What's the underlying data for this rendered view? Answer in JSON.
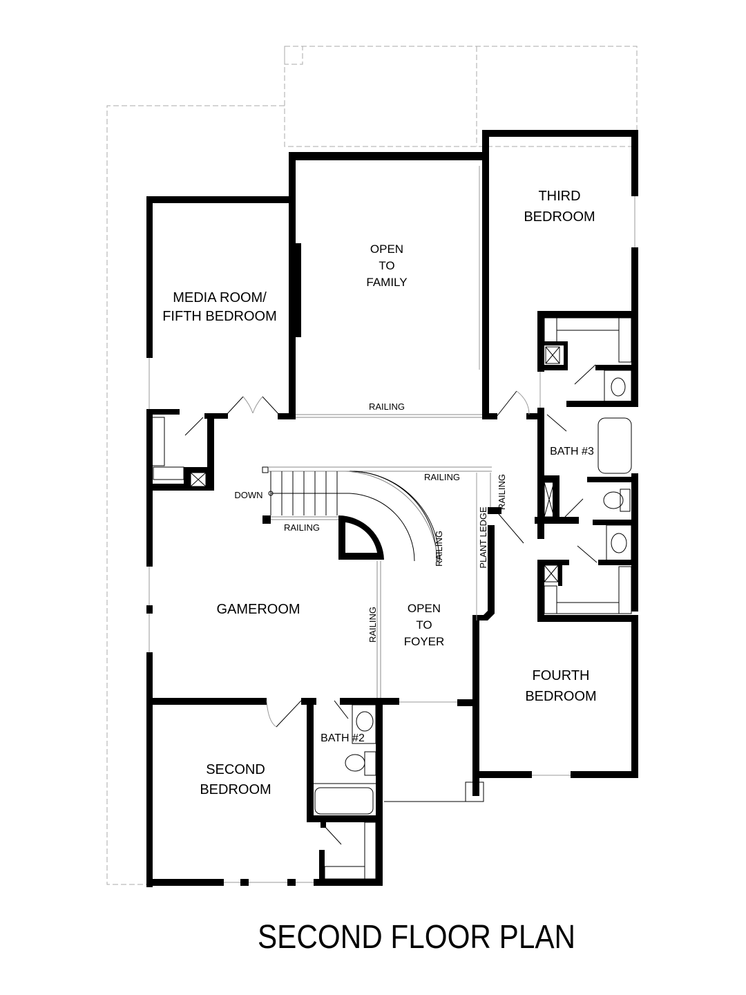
{
  "title": "SECOND FLOOR PLAN",
  "rooms": {
    "media": {
      "line1": "MEDIA ROOM/",
      "line2": "FIFTH BEDROOM"
    },
    "open_family": {
      "line1": "OPEN",
      "line2": "TO",
      "line3": "FAMILY"
    },
    "third": {
      "line1": "THIRD",
      "line2": "BEDROOM"
    },
    "bath3": {
      "label": "BATH #3"
    },
    "gameroom": {
      "label": "GAMEROOM"
    },
    "open_foyer": {
      "line1": "OPEN",
      "line2": "TO",
      "line3": "FOYER"
    },
    "fourth": {
      "line1": "FOURTH",
      "line2": "BEDROOM"
    },
    "second": {
      "line1": "SECOND",
      "line2": "BEDROOM"
    },
    "bath2": {
      "label": "BATH #2"
    }
  },
  "annotations": {
    "railing_family": "RAILING",
    "railing_stair_top": "RAILING",
    "railing_stair_left": "RAILING",
    "railing_stair_curve": "RAILING",
    "railing_foyer": "RAILING",
    "railing_right": "RAILING",
    "plant_ledge": "PLANT LEDGE",
    "down": "DOWN"
  },
  "colors": {
    "wall": "#000000",
    "dashed_outline": "#aaaaaa",
    "background": "#ffffff"
  }
}
